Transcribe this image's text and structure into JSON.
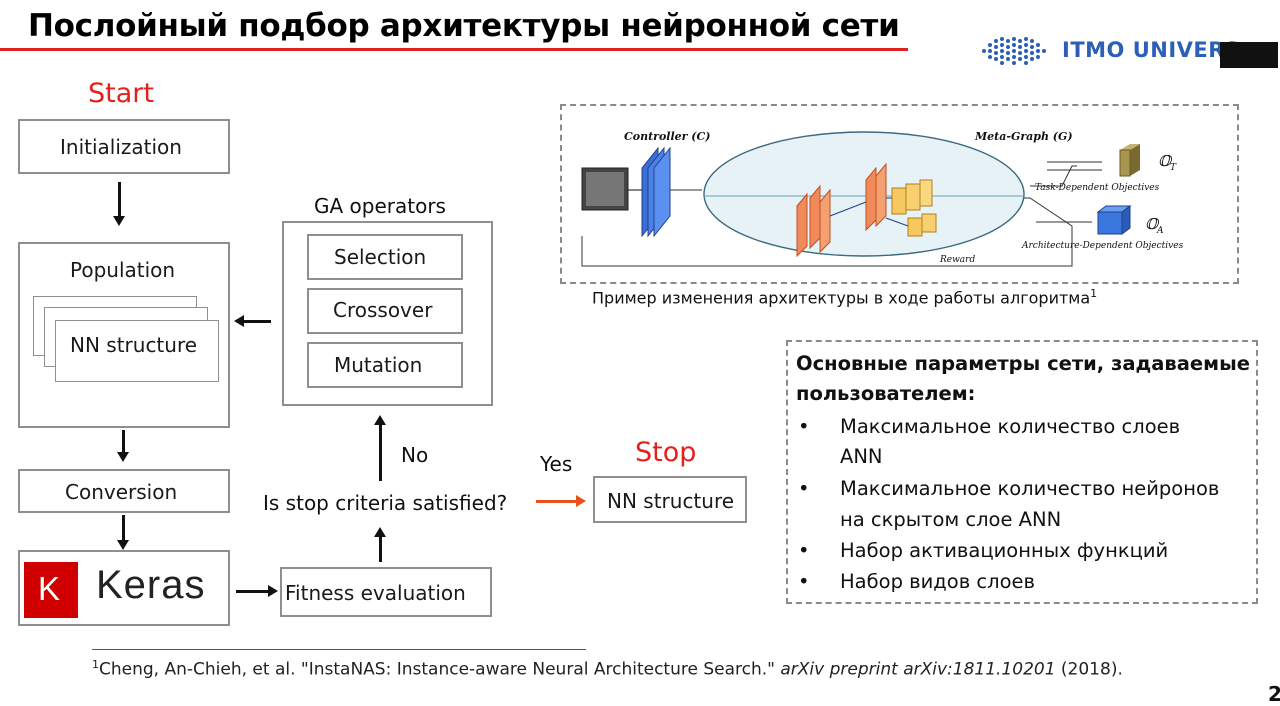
{
  "slide": {
    "title": "Послойный подбор архитектуры нейронной сети",
    "logo_text": "ITMO UNIVERS",
    "page_number": "2"
  },
  "flow": {
    "start_label": "Start",
    "initialization": "Initialization",
    "population": "Population",
    "nn_structure": "NN structure",
    "conversion": "Conversion",
    "keras_letter": "K",
    "keras_name": "Keras",
    "fitness": "Fitness evaluation",
    "stop_question": "Is stop criteria satisfied?",
    "no_label": "No",
    "yes_label": "Yes",
    "stop_label": "Stop",
    "stop_nn_structure": "NN structure",
    "ga_title": "GA operators",
    "ga_ops": [
      "Selection",
      "Crossover",
      "Mutation"
    ]
  },
  "figure": {
    "controller": "Controller (C)",
    "meta_graph": "Meta-Graph (G)",
    "task_objectives": "Task-Dependent Objectives",
    "arch_objectives": "Architecture-Dependent Objectives",
    "reward": "Reward",
    "o_t_symbol": "𝕆",
    "o_t_sub": "T",
    "o_a_symbol": "𝕆",
    "o_a_sub": "A",
    "caption": "Пример изменения архитектуры в ходе работы алгоритма",
    "caption_ref": "1"
  },
  "params": {
    "title_line1": "Основные параметры сети, задаваемые",
    "title_line2": "пользователем:",
    "bullet": "•",
    "items": [
      {
        "line1": "Максимальное количество слоев",
        "line2": "ANN"
      },
      {
        "line1": "Максимальное количество нейронов",
        "line2": "на скрытом слое ANN"
      },
      {
        "line1": "Набор активационных функций",
        "line2": ""
      },
      {
        "line1": "Набор видов слоев",
        "line2": ""
      }
    ]
  },
  "footnote": {
    "ref": "1",
    "authors": "Cheng, An-Chieh, et al. \"InstaNAS: Instance-aware Neural Architecture Search.\" ",
    "venue": "arXiv preprint arXiv:1811.10201",
    "year": " (2018)."
  },
  "colors": {
    "accent_red": "#e4201c",
    "keras_red": "#d00000",
    "yes_arrow": "#e8501e",
    "box_border": "#8f8f8f",
    "logo_blue": "#2b5fb8"
  }
}
